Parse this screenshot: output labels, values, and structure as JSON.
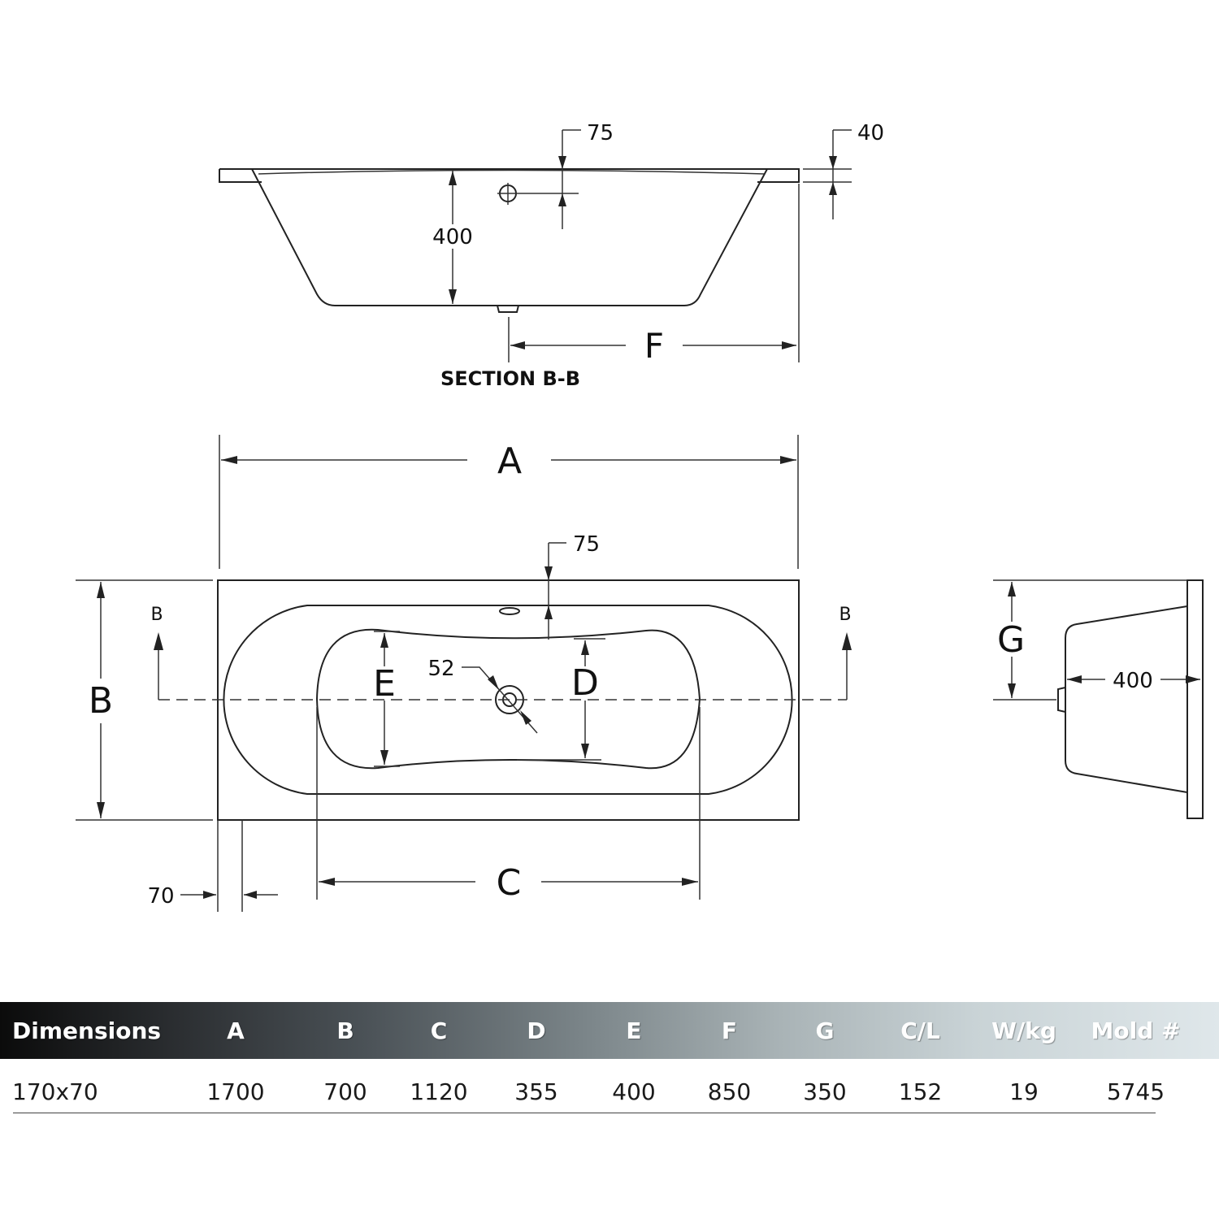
{
  "section": {
    "title": "SECTION B-B",
    "depth_label": "400",
    "overflow_offset_label": "75",
    "rim_label": "40",
    "f_label": "F"
  },
  "plan": {
    "a_label": "A",
    "b_label": "B",
    "c_label": "C",
    "d_label": "D",
    "e_label": "E",
    "overflow_offset_label": "75",
    "waste_diameter_label": "52",
    "edge_offset_label": "70",
    "section_mark_left": "B",
    "section_mark_right": "B"
  },
  "end_view": {
    "g_label": "G",
    "depth_label": "400"
  },
  "table": {
    "headers": [
      "Dimensions",
      "A",
      "B",
      "C",
      "D",
      "E",
      "F",
      "G",
      "C/L",
      "W/kg",
      "Mold #"
    ],
    "rows": [
      [
        "170x70",
        "1700",
        "700",
        "1120",
        "355",
        "400",
        "850",
        "350",
        "152",
        "19",
        "5745"
      ]
    ]
  }
}
